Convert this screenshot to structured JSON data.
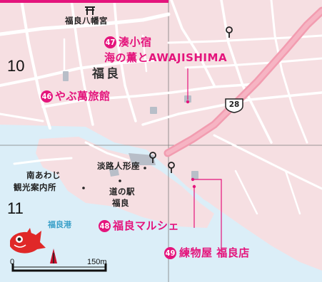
{
  "grid_numbers": {
    "row1": "10",
    "row2": "11"
  },
  "town": "福良",
  "places": {
    "shrine": "福良八幡宮",
    "puppet": "淡路人形座",
    "tourist_info_line1": "南あわじ",
    "tourist_info_line2": "観光案内所",
    "michinoeki_line1": "道の駅",
    "michinoeki_line2": "福良",
    "port": "福良港"
  },
  "pois": [
    {
      "number": "47",
      "line1": "湊小宿",
      "line2": "海の薫とAWAJISHIMA"
    },
    {
      "number": "46",
      "line1": "やぶ萬旅館"
    },
    {
      "number": "48",
      "line1": "福良マルシェ"
    },
    {
      "number": "49",
      "line1": "練物屋 福良店"
    }
  ],
  "route_number": "28",
  "scale": {
    "start": "0",
    "end": "150m"
  },
  "colors": {
    "land": "#f6dfe2",
    "road": "#ffffff",
    "sea": "#dbeef8",
    "poi": "#e4147c",
    "highway": "#f29cb0",
    "building": "#b8bec8"
  }
}
